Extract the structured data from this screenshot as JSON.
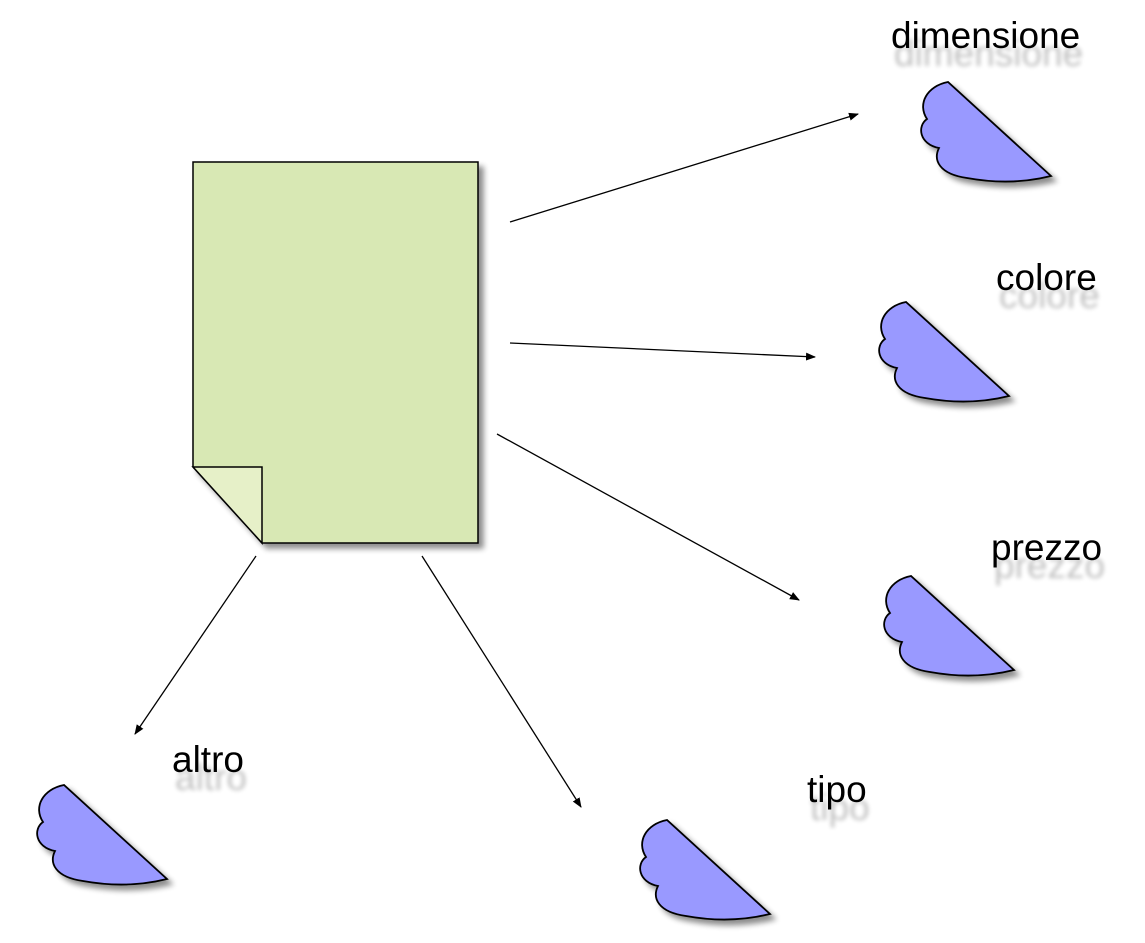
{
  "colors": {
    "document_fill": "#d8e8b4",
    "cloud_fill": "#9999ff",
    "stroke": "#000000",
    "background": "#ffffff"
  },
  "labels": {
    "dimensione": "dimensione",
    "colore": "colore",
    "prezzo": "prezzo",
    "altro": "altro",
    "tipo": "tipo"
  }
}
